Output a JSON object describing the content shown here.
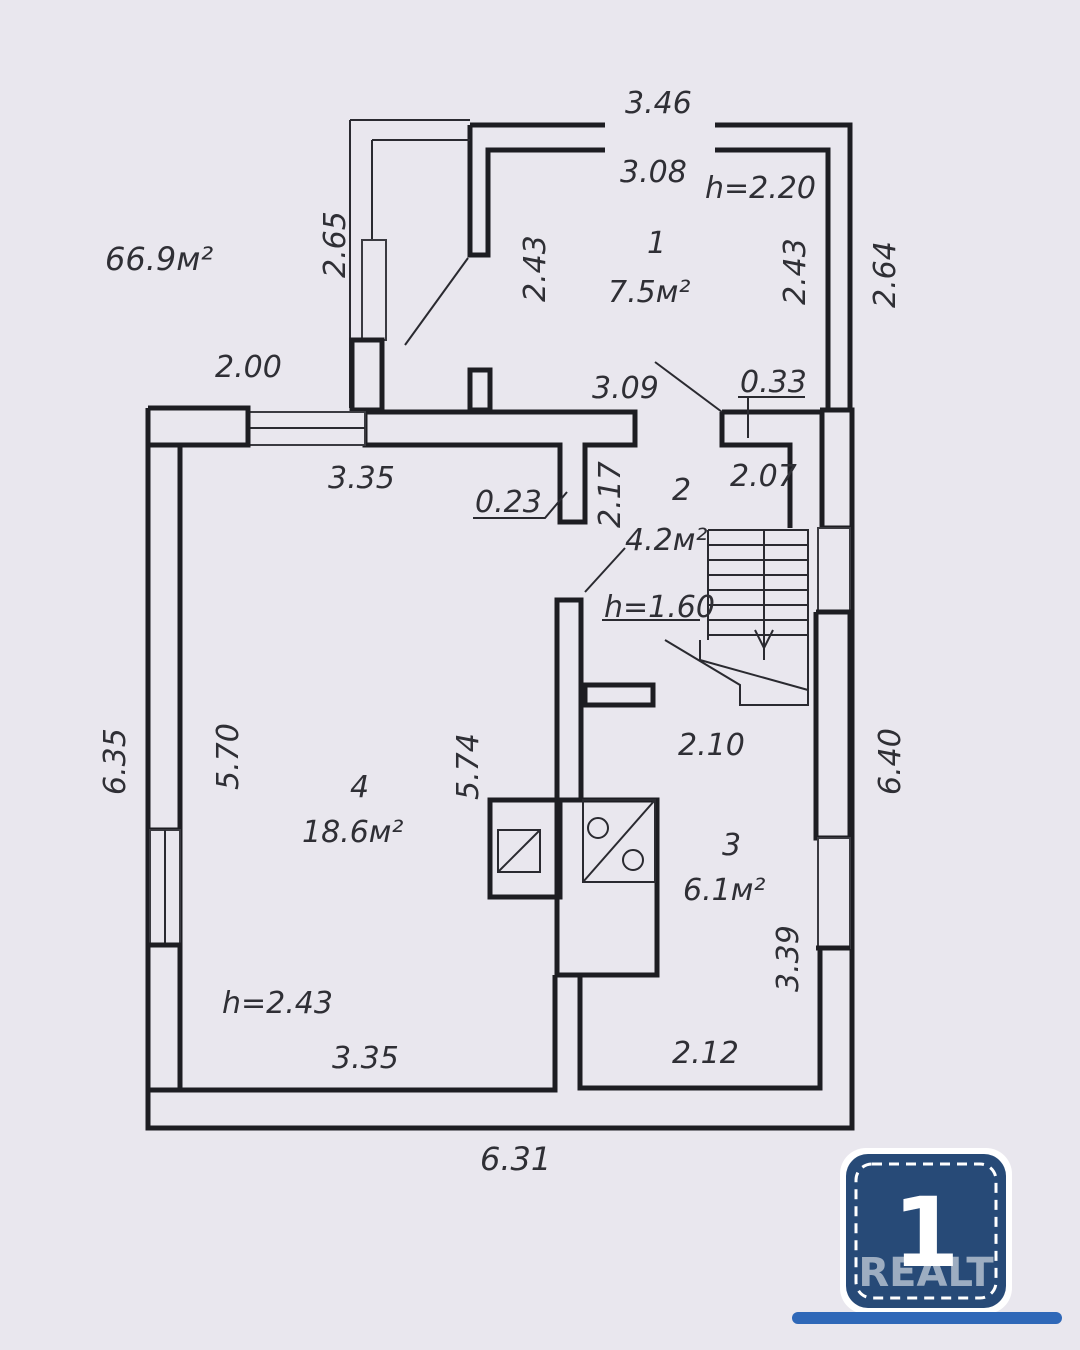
{
  "plan": {
    "total_area": "66.9м²",
    "rooms": [
      {
        "number": "1",
        "area": "7.5м²",
        "height": "h=2.20"
      },
      {
        "number": "2",
        "area": "4.2м²",
        "height": "h=1.60"
      },
      {
        "number": "3",
        "area": "6.1м²",
        "height": ""
      },
      {
        "number": "4",
        "area": "18.6м²",
        "height": "h=2.43"
      }
    ],
    "dimensions": {
      "top_outer": "3.46",
      "room1_width": "3.08",
      "room1_left_height": "2.43",
      "room1_right_height": "2.43",
      "right_upper_outer": "2.64",
      "left_upper_outer": "2.65",
      "porch_width": "2.00",
      "dim_309": "3.09",
      "dim_033": "0.33",
      "room2_width": "2.07",
      "dim_023": "0.23",
      "dim_217": "2.17",
      "room4_top": "3.35",
      "room4_bottom": "3.35",
      "room4_left_height": "5.70",
      "room4_right_height": "5.74",
      "left_outer": "6.35",
      "right_outer": "6.40",
      "room3_top": "2.10",
      "room3_height": "3.39",
      "room3_bottom": "2.12",
      "bottom_outer": "6.31"
    }
  },
  "logo": {
    "number": "1",
    "brand": "REALT",
    "colors": {
      "badge": "#274a77",
      "accent": "#2f68b8",
      "text": "#ffffff"
    }
  }
}
